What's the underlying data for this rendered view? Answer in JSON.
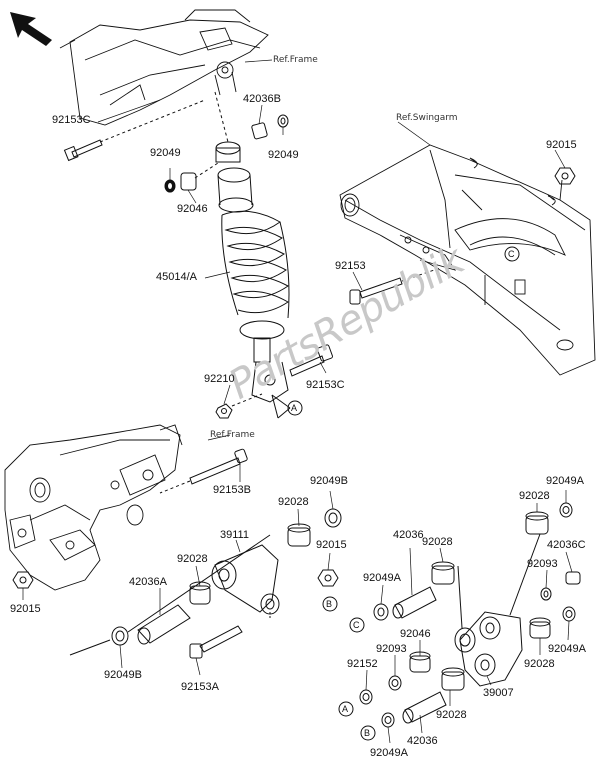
{
  "diagram": {
    "references": {
      "ref_frame_top": "Ref.Frame",
      "ref_swingarm": "Ref.Swingarm",
      "ref_frame_mid": "Ref.Frame"
    },
    "watermark": "PartsRepublik",
    "labels": {
      "p92153c_top": "92153C",
      "p42036b": "42036B",
      "p92049_left": "92049",
      "p92049_right": "92049",
      "p92046_top": "92046",
      "p92015_top": "92015",
      "p45014a": "45014/A",
      "p92153": "92153",
      "p92210": "92210",
      "p92153c_bot": "92153C",
      "p92153b": "92153B",
      "p92049b_top": "92049B",
      "p92028_a": "92028",
      "p92015_left": "92015",
      "p39111": "39111",
      "p92015_mid": "92015",
      "p92028_b": "92028",
      "p42036a": "42036A",
      "p92049b_bot": "92049B",
      "p92153a": "92153A",
      "p92049a_top": "92049A",
      "p92028_c": "92028",
      "p42036c": "42036C",
      "p92093_right": "92093",
      "p92049a_right": "92049A",
      "p92028_d": "92028",
      "p39007": "39007",
      "p42036_mid": "42036",
      "p92028_mid": "92028",
      "p92049a_mid": "92049A",
      "p92046_bot": "92046",
      "p92093_bot": "92093",
      "p92152": "92152",
      "p92028_e": "92028",
      "p42036_bot": "42036",
      "p92049a_bot": "92049A"
    },
    "callouts": {
      "a": "A",
      "b": "B",
      "c": "C"
    }
  }
}
